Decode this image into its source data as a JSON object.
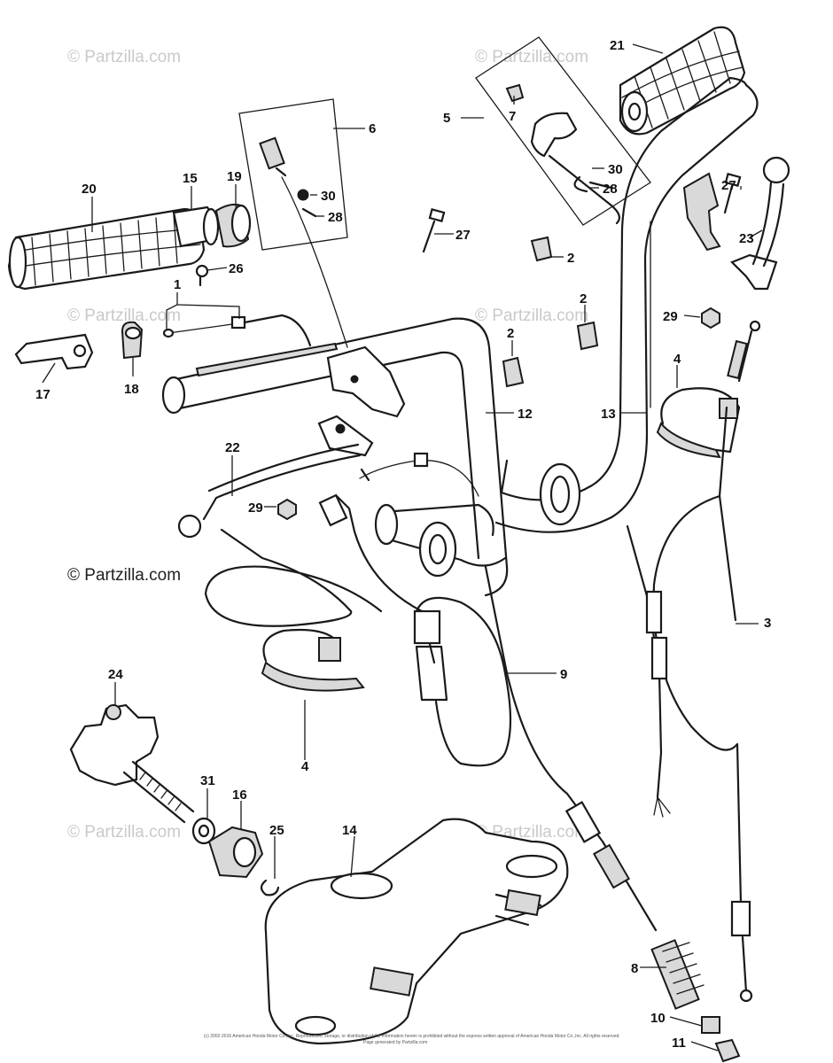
{
  "watermark": "© Partzilla.com",
  "copyright_line_1": "(c) 2002-2016 American Honda Motor Co.,Inc. Reproduction, storage, or distribution of the information herein is prohibited without the express written approval of American Honda Motor Co.,Inc. All rights reserved.",
  "copyright_line_2": "Page generated by Partzilla.com",
  "parts": [
    {
      "ref": "1"
    },
    {
      "ref": "2"
    },
    {
      "ref": "3"
    },
    {
      "ref": "4"
    },
    {
      "ref": "5"
    },
    {
      "ref": "6"
    },
    {
      "ref": "7"
    },
    {
      "ref": "8"
    },
    {
      "ref": "9"
    },
    {
      "ref": "10"
    },
    {
      "ref": "11"
    },
    {
      "ref": "12"
    },
    {
      "ref": "13"
    },
    {
      "ref": "14"
    },
    {
      "ref": "15"
    },
    {
      "ref": "16"
    },
    {
      "ref": "17"
    },
    {
      "ref": "18"
    },
    {
      "ref": "19"
    },
    {
      "ref": "20"
    },
    {
      "ref": "21"
    },
    {
      "ref": "22"
    },
    {
      "ref": "23"
    },
    {
      "ref": "24"
    },
    {
      "ref": "25"
    },
    {
      "ref": "26"
    },
    {
      "ref": "27"
    },
    {
      "ref": "28"
    },
    {
      "ref": "29"
    },
    {
      "ref": "30"
    },
    {
      "ref": "31"
    }
  ]
}
